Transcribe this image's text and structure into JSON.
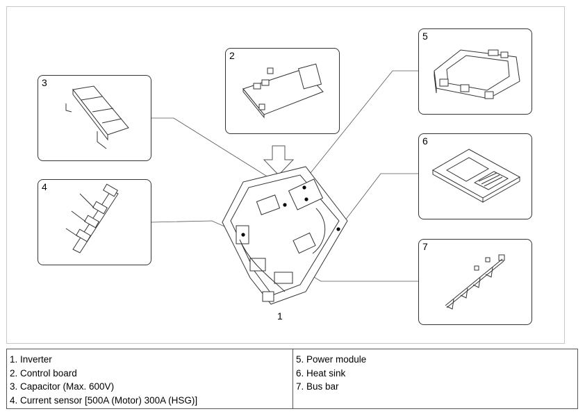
{
  "diagram": {
    "main_label": "1",
    "callouts": [
      {
        "id": "2",
        "part": "control-board"
      },
      {
        "id": "3",
        "part": "capacitor"
      },
      {
        "id": "4",
        "part": "current-sensor"
      },
      {
        "id": "5",
        "part": "power-module"
      },
      {
        "id": "6",
        "part": "heat-sink"
      },
      {
        "id": "7",
        "part": "bus-bar"
      }
    ]
  },
  "legend": {
    "left": [
      "1. Inverter",
      "2. Control board",
      "3. Capacitor (Max. 600V)",
      "4. Current sensor [500A (Motor) 300A (HSG)]"
    ],
    "right": [
      "5. Power module",
      "6. Heat sink",
      "7. Bus bar"
    ]
  }
}
